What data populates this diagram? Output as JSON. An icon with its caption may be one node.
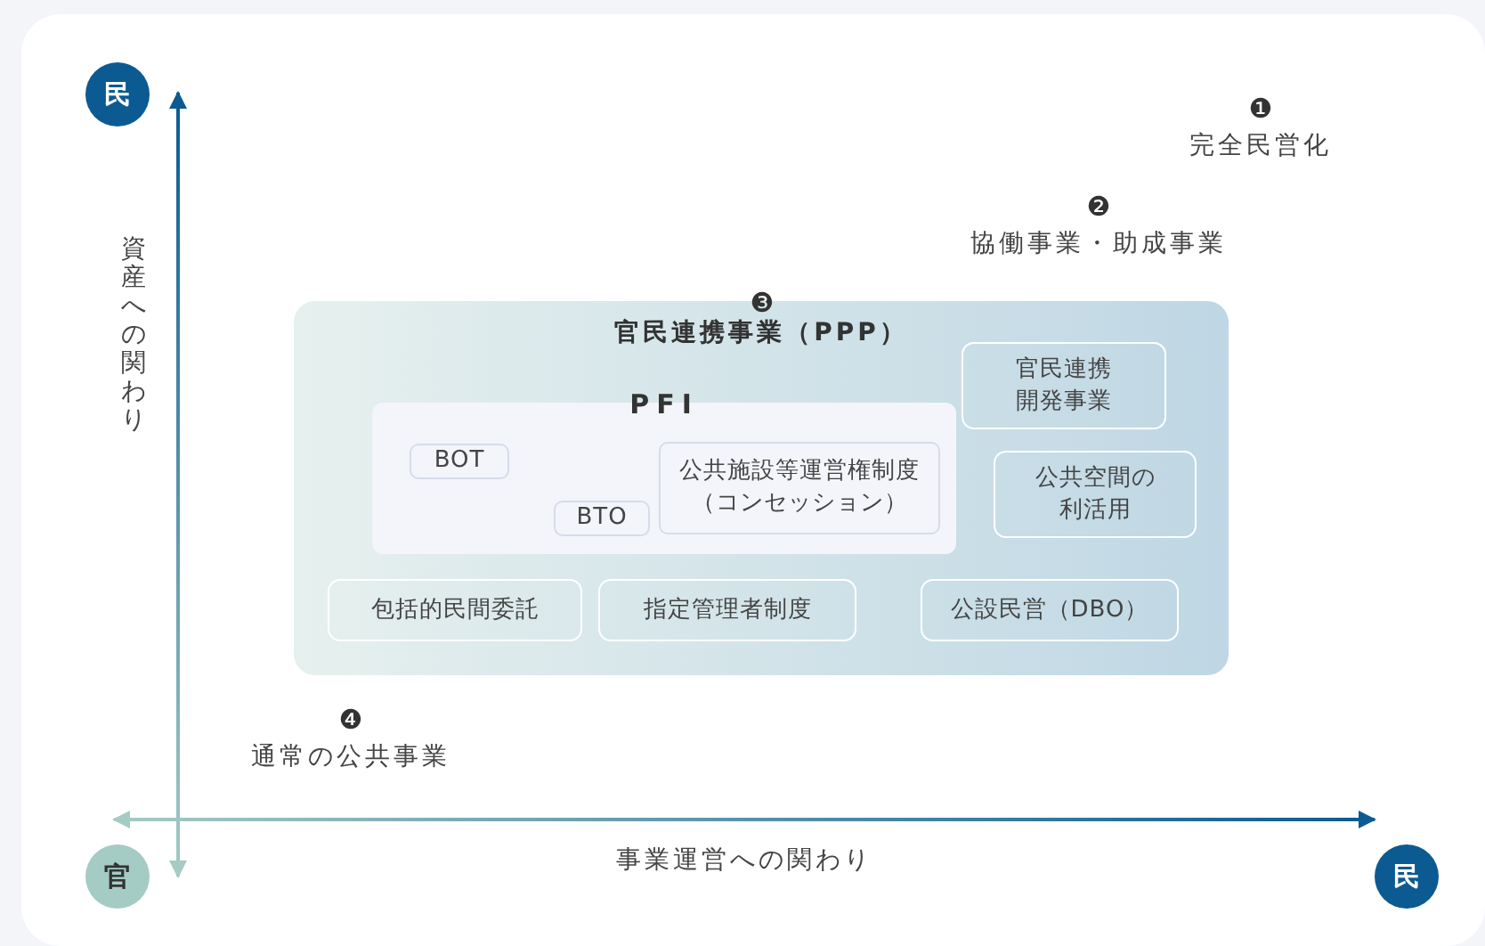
{
  "diagram": {
    "nodes": [
      {
        "text": [
          "官民連携事業（PPP）"
        ]
      },
      {
        "text": [
          "PFI"
        ],
        "in": 0
      },
      {
        "text": [
          "BOT"
        ],
        "in": 1
      },
      {
        "text": [
          "BTO"
        ],
        "in": 1
      },
      {
        "text": [
          "公共施設等運営権制度（コンセッション）"
        ],
        "in": 1
      },
      {
        "text": [
          "官民連携開発事業"
        ],
        "in": 0
      },
      {
        "text": [
          "公共空間の利活用"
        ],
        "in": 0
      },
      {
        "text": [
          "包括的民間委託"
        ],
        "in": 0
      },
      {
        "text": [
          "指定管理者制度"
        ],
        "in": 0
      },
      {
        "text": [
          "公設民営（DBO）"
        ],
        "in": 0
      }
    ],
    "labels": [
      "民",
      "❶",
      "完全民営化",
      "❷",
      "協働事業・助成事業",
      "資産への関わり",
      "❸",
      "❹",
      "通常の公共事業",
      "官",
      "事業運営への関わり",
      "民"
    ]
  }
}
